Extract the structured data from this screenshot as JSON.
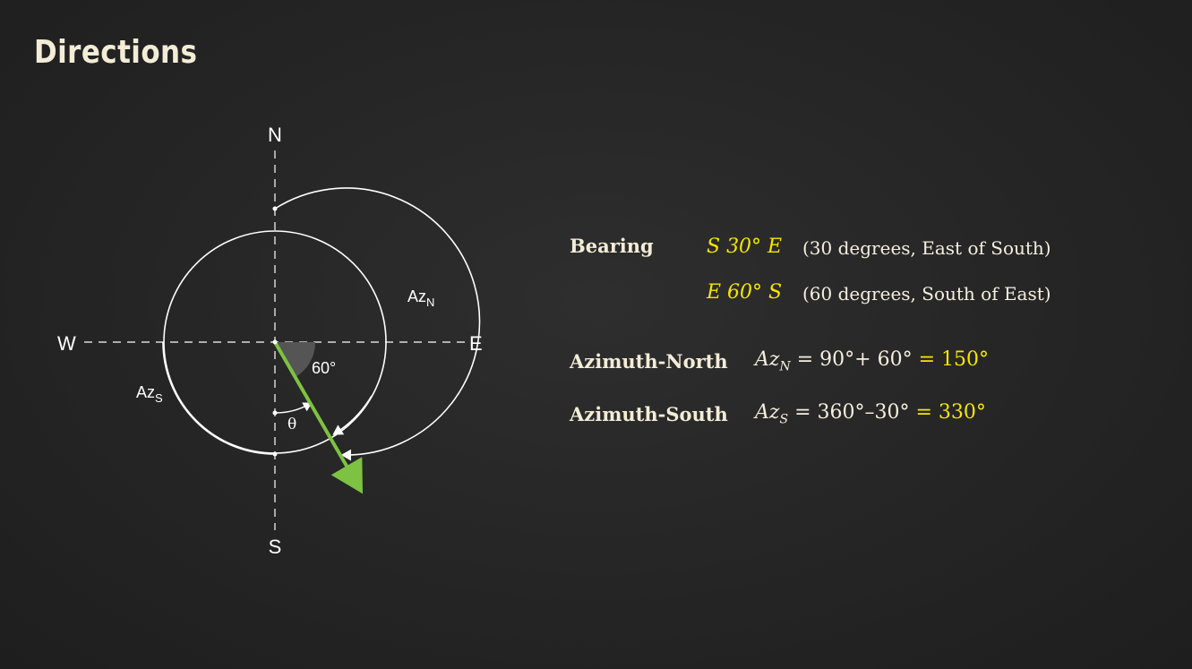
{
  "title": "Directions",
  "compass": {
    "north": "N",
    "south": "S",
    "east": "E",
    "west": "W",
    "azimuth_north_main": "Az",
    "azimuth_north_sub": "N",
    "azimuth_south_main": "Az",
    "azimuth_south_sub": "S",
    "angle_label": "60°",
    "theta_label": "θ",
    "colors": {
      "vector": "#7dc242",
      "lines": "#ffffff",
      "angle_fill": "#555555"
    }
  },
  "bearing": {
    "label": "Bearing",
    "first_expr": "S 30° E",
    "first_desc": "(30 degrees, East of South)",
    "second_expr": "E 60° S",
    "second_desc": "(60 degrees, South of East)"
  },
  "azimuth_north": {
    "label": "Azimuth-North",
    "lhs_main": "Az",
    "lhs_sub": "N",
    "expr": "= 90°+ 60°",
    "result": "= 150°"
  },
  "azimuth_south": {
    "label": "Azimuth-South",
    "lhs_main": "Az",
    "lhs_sub": "S",
    "expr": "= 360°–30°",
    "result": "= 330°"
  },
  "colors": {
    "highlight": "#f5e600",
    "title": "#f3ecd6"
  }
}
